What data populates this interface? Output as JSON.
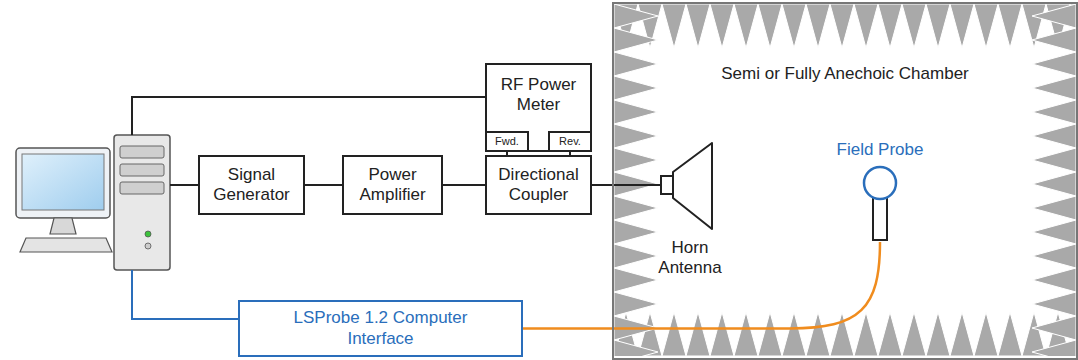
{
  "diagram": {
    "nodes": [
      {
        "text": [
          "RF Power Meter"
        ]
      },
      {
        "text": [
          "Fwd."
        ],
        "in": 0
      },
      {
        "text": [
          "Rev."
        ],
        "in": 0
      },
      {
        "text": [
          "Signal Generator"
        ]
      },
      {
        "text": [
          "Power Amplifier"
        ]
      },
      {
        "text": [
          "Directional Coupler"
        ]
      },
      {
        "text": [
          "LSProbe 1.2 Computer Interface"
        ]
      },
      {
        "text": [
          "Semi or Fully Anechoic Chamber"
        ]
      },
      {
        "text": [
          "Horn Antenna"
        ],
        "in": 7
      },
      {
        "text": [
          "Field Probe"
        ],
        "in": 7
      }
    ],
    "edges": [
      {
        "from": 3,
        "to": 4,
        "arrow": "none"
      },
      {
        "from": 4,
        "to": 5,
        "arrow": "none"
      },
      {
        "from": 1,
        "to": 5,
        "arrow": "none"
      },
      {
        "from": 2,
        "to": 5,
        "arrow": "none"
      },
      {
        "from": 5,
        "to": 8,
        "arrow": "none"
      },
      {
        "from": 6,
        "to": 9,
        "arrow": "none"
      }
    ]
  }
}
